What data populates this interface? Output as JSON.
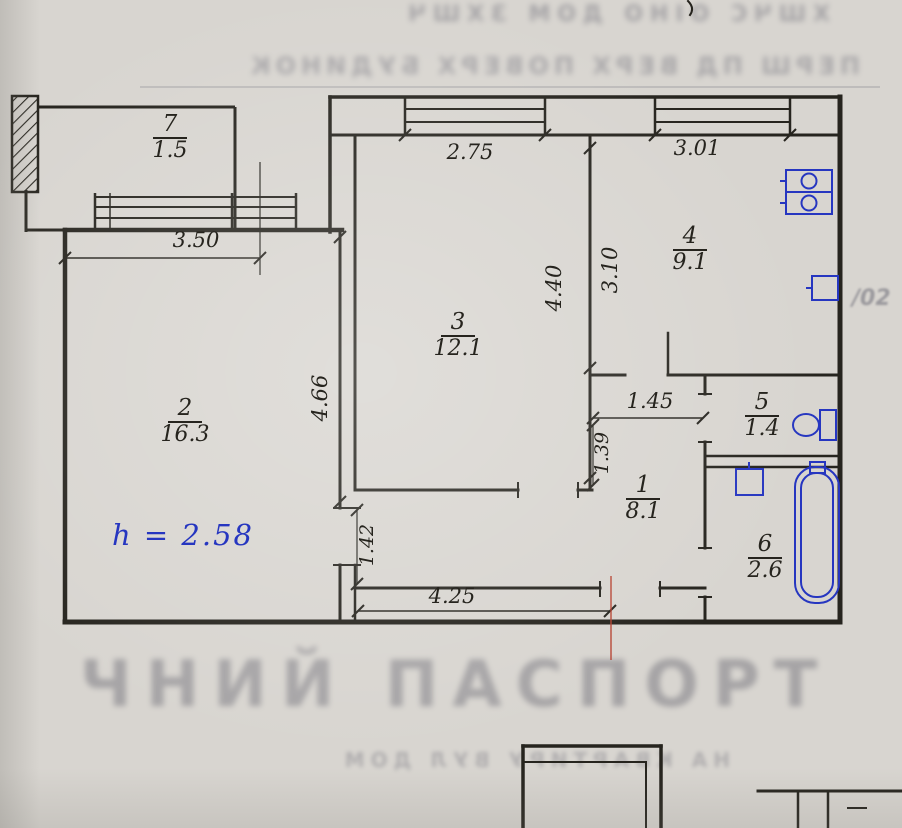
{
  "document": {
    "kind": "hand-drawn apartment floor plan on scanned paper"
  },
  "rooms": [
    {
      "number": "7",
      "area": "1.5"
    },
    {
      "number": "2",
      "area": "16.3"
    },
    {
      "number": "3",
      "area": "12.1"
    },
    {
      "number": "4",
      "area": "9.1"
    },
    {
      "number": "5",
      "area": "1.4"
    },
    {
      "number": "1",
      "area": "8.1"
    },
    {
      "number": "6",
      "area": "2.6"
    }
  ],
  "dimensions": {
    "balcony_width": "3.50",
    "room3_window": "2.75",
    "room4_window": "3.01",
    "room2_depth": "4.66",
    "room3_depth": "4.40",
    "room4_depth": "3.10",
    "hall_width": "1.45",
    "hall_depth": "1.39",
    "door_span": "1.42",
    "corridor_width": "4.25"
  },
  "annotations": {
    "ceiling_height": "h = 2.58"
  },
  "ghost_text": {
    "top_row_1": "ХШЧС ОІНО ДОМ ЗХШЧ",
    "top_row_2": "ПЕРШ ПД ВЕРХ ПОВЕРХ БУДИНОК",
    "bottom_big": "ЧНИЙ ПАСПОРТ",
    "bottom_small": "НА КВАРТИРУ ВУЛ ДОМ",
    "side_mark": "/02"
  },
  "colors": {
    "ink": "#26241e",
    "blue_ink": "#2636c0",
    "paper": "#d8d5d0",
    "red_crease": "#b5402f"
  },
  "icons": {
    "sink": "double-sink",
    "boiler": "boiler-square",
    "toilet": "toilet",
    "washer": "washer-square",
    "bathtub": "bathtub"
  }
}
